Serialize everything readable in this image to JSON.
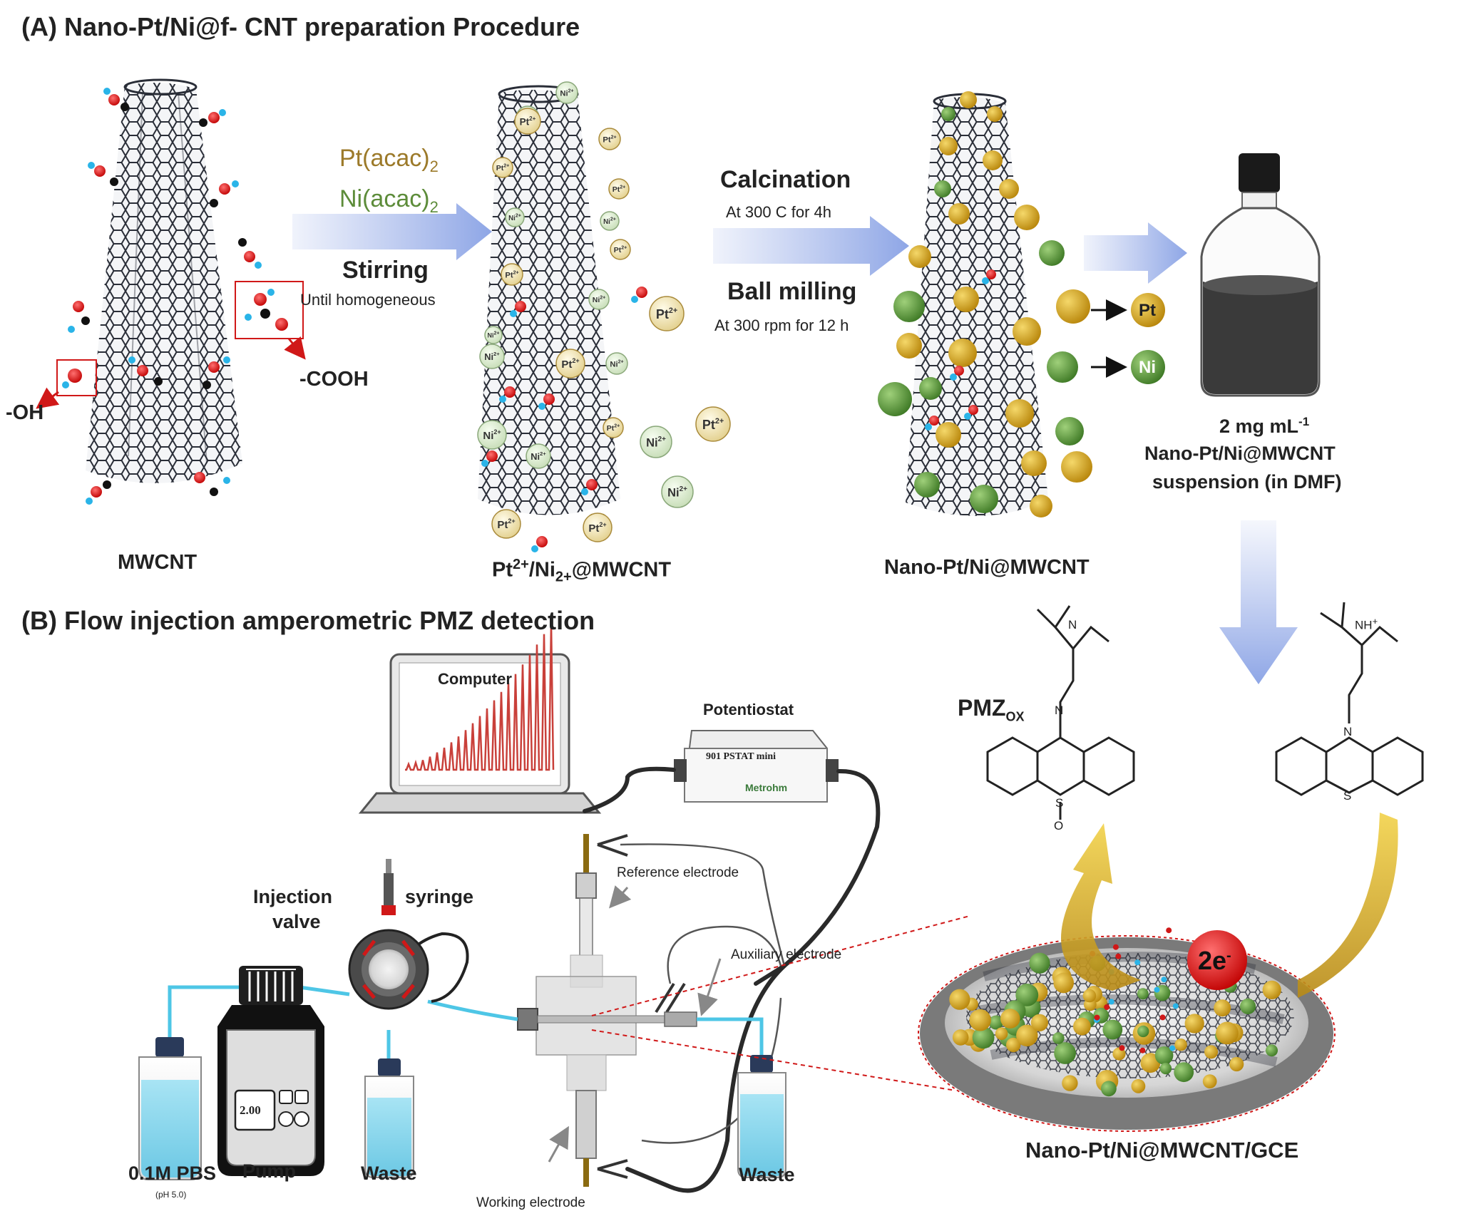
{
  "panel_a": {
    "title": "(A) Nano-Pt/Ni@f- CNT preparation  Procedure",
    "mwcnt_label": "MWCNT",
    "oh_label": "-OH",
    "cooh_label": "-COOH",
    "reagent_pt": "Pt(acac)",
    "reagent_ni": "Ni(acac)",
    "reagent_sub": "2",
    "stirring": "Stirring",
    "stirring_note": "Until homogeneous",
    "calcination": "Calcination",
    "calcination_note": "At 300 C for 4h",
    "ball_milling": "Ball milling",
    "ball_milling_note": "At 300 rpm for 12 h",
    "pt2_label_main": "Pt",
    "pt2_label_sup": "2+",
    "pt2_label_mid": "/Ni",
    "pt2_label_sub": "2+",
    "pt2_label_end": "@MWCNT",
    "nano_label": "Nano-Pt/Ni@MWCNT",
    "legend_pt": "Pt",
    "legend_ni": "Ni",
    "ion_pt": "Pt",
    "ion_ni": "Ni",
    "ion_charge": "2+",
    "suspension_line1_pre": "2 mg mL",
    "suspension_line1_sup": "-1",
    "suspension_line2": "Nano-Pt/Ni@MWCNT",
    "suspension_line3": "suspension (in DMF)"
  },
  "panel_b": {
    "title": "(B) Flow injection amperometric PMZ  detection",
    "computer": "Computer",
    "potentiostat": "Potentiostat",
    "device_name": "901 PSTAT mini",
    "device_brand": "Metrohm",
    "reference_electrode": "Reference electrode",
    "auxiliary_electrode": "Auxiliary  electrode",
    "working_electrode": "Working electrode",
    "injection_valve_1": "Injection",
    "injection_valve_2": "valve",
    "syringe": "syringe",
    "pbs": "0.1M  PBS",
    "pbs_ph": "(pH 5.0)",
    "pump": "Pump",
    "pump_display": "2.00",
    "waste_1": "Waste",
    "waste_2": "Waste",
    "pmz_ox": "PMZ",
    "pmz_ox_sub": "OX",
    "electrons": "2e",
    "electrons_sup": "-",
    "gce_label": "Nano-Pt/Ni@MWCNT/GCE",
    "atom_n": "N",
    "atom_s": "S",
    "atom_o": "O",
    "atom_h": "H",
    "atom_plus": "+"
  },
  "colors": {
    "arrow": "#9aaee8",
    "pt_gold": "#d4a21c",
    "ni_green": "#5a9a38",
    "oxygen_red": "#d01818",
    "hydrogen_cyan": "#2ab4e8",
    "tube_dark": "#2a2e38",
    "reagent_pt": "#9c7a2a",
    "reagent_ni": "#5d8c3a",
    "electron": "#e8403a",
    "liquid": "#8fd8ee"
  }
}
